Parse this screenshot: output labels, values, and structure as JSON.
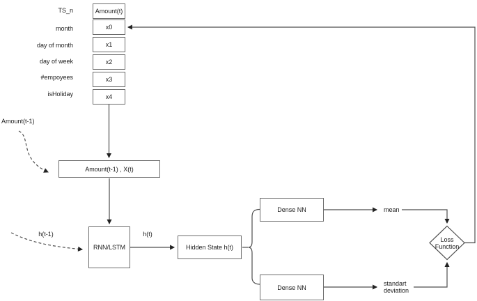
{
  "diagram": {
    "title_hint": "RNN/LSTM time series model with loss feedback",
    "input_table": {
      "rows": [
        {
          "label": "TS_n",
          "box": "Amount(t)"
        },
        {
          "label": "month",
          "box": "x0"
        },
        {
          "label": "day of month",
          "box": "x1"
        },
        {
          "label": "day of week",
          "box": "x2"
        },
        {
          "label": "#empoyees",
          "box": "x3"
        },
        {
          "label": "isHoliday",
          "box": "x4"
        }
      ]
    },
    "nodes": {
      "concat": "Amount(t-1) , X(t)",
      "rnn": "RNN/LSTM",
      "hidden": "Hidden State h(t)",
      "dense_top": "Dense NN",
      "dense_bottom": "Dense NN",
      "loss_line1": "Loss",
      "loss_line2": "Function"
    },
    "labels": {
      "amount_prev": "Amount(t-1)",
      "h_prev": "h(t-1)",
      "h_t": "h(t)",
      "mean": "mean",
      "std_line1": "standart",
      "std_line2": "deviation"
    },
    "colors": {
      "line_stroke": "#4d4d4d",
      "arrow_head": "#222222",
      "box_border": "#6b6b6b",
      "text": "#1a1a1a",
      "background": "#ffffff"
    }
  }
}
